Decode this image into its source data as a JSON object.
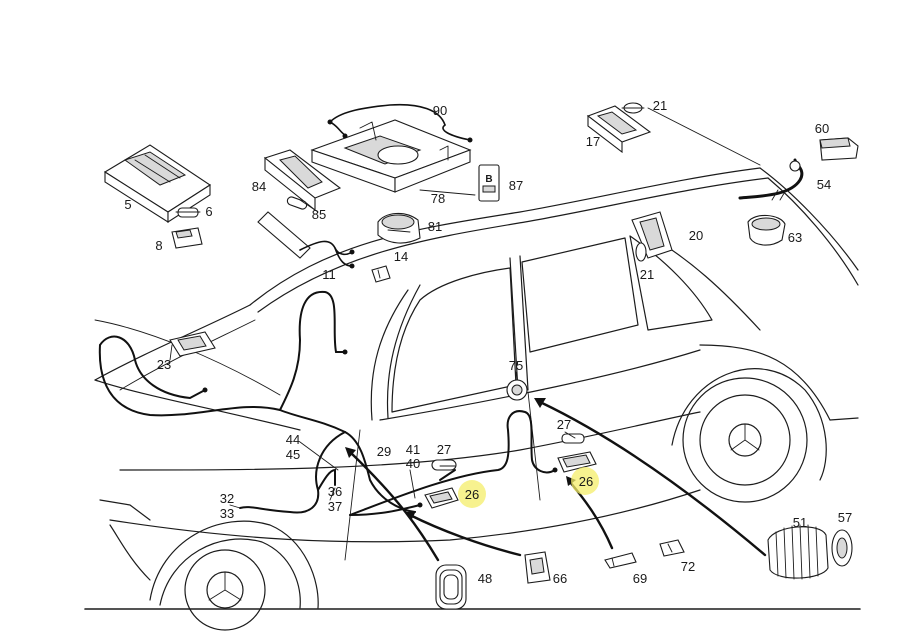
{
  "labels": {
    "l90": "90",
    "l21a": "21",
    "l60": "60",
    "l17": "17",
    "l54": "54",
    "l84": "84",
    "l85": "85",
    "l78": "78",
    "l87": "87",
    "l5": "5",
    "l6": "6",
    "l8": "8",
    "l81": "81",
    "l63": "63",
    "l20": "20",
    "l14": "14",
    "l21b": "21",
    "l11": "11",
    "l23": "23",
    "l75": "75",
    "l27a": "27",
    "l27b": "27",
    "l44": "44",
    "l45": "45",
    "l29": "29",
    "l41": "41",
    "l40": "40",
    "l26a": "26",
    "l26b": "26",
    "l36": "36",
    "l37": "37",
    "l32": "32",
    "l33": "33",
    "l51": "51",
    "l57": "57",
    "l48": "48",
    "l66": "66",
    "l69": "69",
    "l72": "72"
  },
  "relay_symbol": "B",
  "colors": {
    "highlight": "#f4ee6a",
    "line": "#1c1c1c"
  }
}
